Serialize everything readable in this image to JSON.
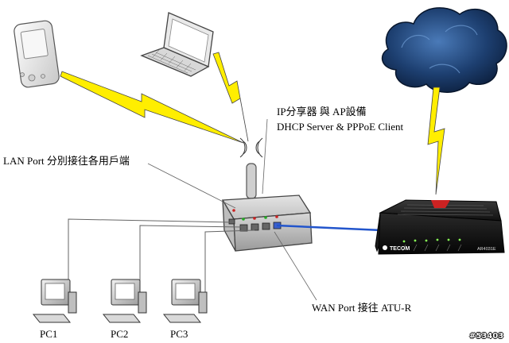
{
  "labels": {
    "ap_title": "IP分享器 與 AP設備",
    "ap_subtitle": "DHCP Server & PPPoE Client",
    "lan_port": "LAN Port 分別接往各用戶端",
    "wan_port": "WAN Port 接往 ATU-R"
  },
  "pcs": [
    {
      "label": "PC1"
    },
    {
      "label": "PC2"
    },
    {
      "label": "PC3"
    }
  ],
  "modem": {
    "brand": "TECOM",
    "model": "AR4031E"
  },
  "watermark": "#53403",
  "colors": {
    "cloud": "#1a3a66",
    "lightning": "#ffee00",
    "wan_cable": "#2255cc",
    "cable": "#666666"
  }
}
